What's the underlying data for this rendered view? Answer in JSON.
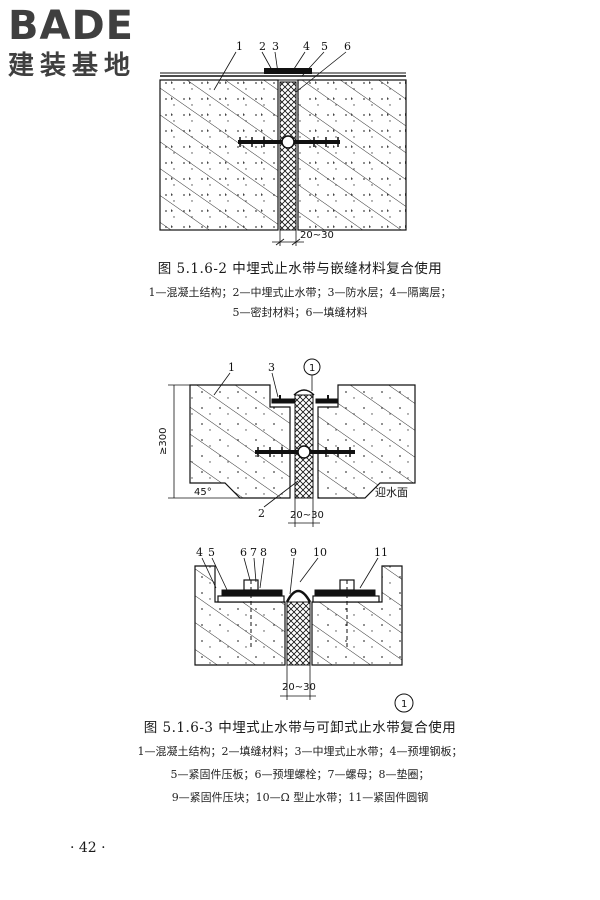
{
  "logo": {
    "brand": "BADE",
    "subtitle": "建装基地"
  },
  "figure1": {
    "callouts": [
      "1",
      "2",
      "3",
      "4",
      "5",
      "6"
    ],
    "dimension": "20~30",
    "caption": "图 5.1.6-2   中埋式止水带与嵌缝材料复合使用",
    "legend_lines": [
      "1—混凝土结构；2—中埋式止水带；3—防水层；4—隔离层；",
      "5—密封材料；6—填缝材料"
    ]
  },
  "figure2": {
    "callouts": [
      "1",
      "3",
      "2"
    ],
    "circle_label": "1",
    "height_label": "≥300",
    "angle_label": "45°",
    "face_label": "迎水面",
    "dimension": "20~30"
  },
  "figure3": {
    "callouts": [
      "4",
      "5",
      "6",
      "7",
      "8",
      "9",
      "10",
      "11"
    ],
    "dimension": "20~30",
    "circle_label": "1",
    "caption": "图  5.1.6-3   中埋式止水带与可卸式止水带复合使用",
    "legend_lines": [
      "1—混凝土结构；2—填缝材料；3—中埋式止水带；4—预埋钢板；",
      "5—紧固件压板；6—预埋螺栓；7—螺母；8—垫圈；",
      "9—紧固件压块；10—Ω 型止水带；11—紧固件圆钢"
    ]
  },
  "page": {
    "number": "· 42 ·"
  }
}
